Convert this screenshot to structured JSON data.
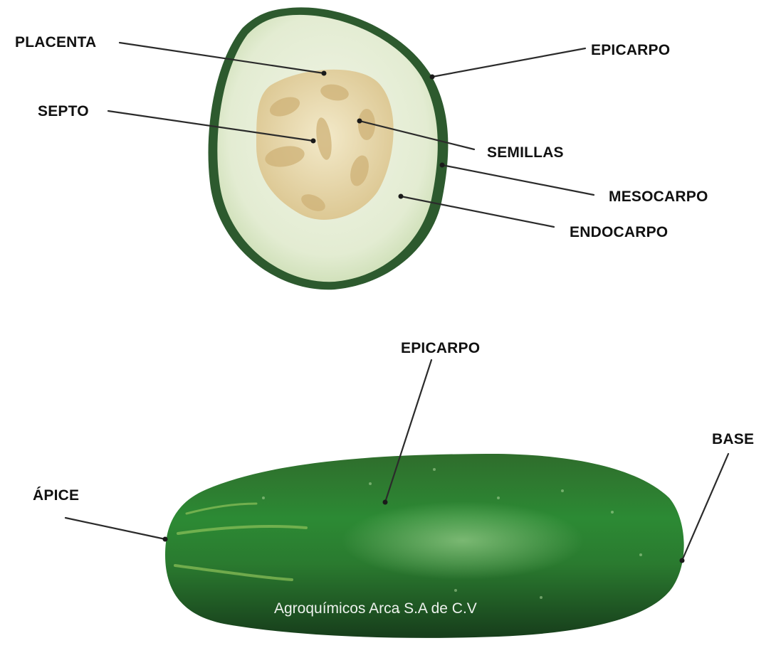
{
  "diagram": {
    "cross_section_labels": {
      "placenta": "PLACENTA",
      "septo": "SEPTO",
      "epicarpo": "EPICARPO",
      "semillas": "SEMILLAS",
      "mesocarpo": "MESOCARPO",
      "endocarpo": "ENDOCARPO"
    },
    "whole_fruit_labels": {
      "epicarpo": "EPICARPO",
      "apice": "ÁPICE",
      "base": "BASE"
    },
    "watermark": "Agroquímicos Arca S.A de C.V"
  },
  "colors": {
    "skin_dark": "#1f4a24",
    "skin_mid": "#2e7d32",
    "flesh": "#e9f0dc",
    "seed_core": "#e8d9b0",
    "label_text": "#111111"
  }
}
